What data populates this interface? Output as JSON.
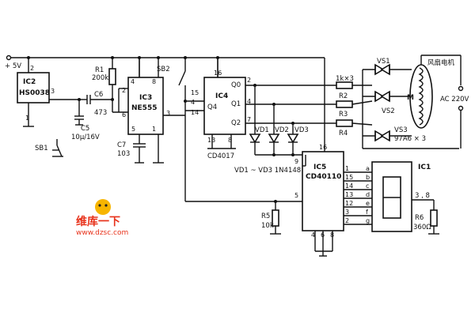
{
  "supply": {
    "label": "+ 5V"
  },
  "ic2": {
    "name": "IC2",
    "part": "HS0038",
    "pins": {
      "p1": "1",
      "p2": "2",
      "p3": "3"
    }
  },
  "ic3": {
    "name": "IC3",
    "part": "NE555",
    "pins": {
      "p1": "1",
      "p2": "2",
      "p3": "3",
      "p4": "4",
      "p5": "5",
      "p6": "6",
      "p8": "8"
    }
  },
  "ic4": {
    "name": "IC4",
    "part": "CD4017",
    "pins": {
      "p2": "2",
      "p4": "4",
      "p7": "7",
      "p8": "8",
      "p13": "13",
      "p14": "14",
      "p15": "15",
      "p16": "16"
    },
    "outputs": [
      "Q0",
      "Q1",
      "Q2"
    ],
    "q4": "Q4"
  },
  "ic5": {
    "name": "IC5",
    "part": "CD40110",
    "pins": {
      "p16": "16",
      "p9": "9",
      "p5": "5",
      "p4": "4",
      "p6": "6",
      "p8": "8"
    },
    "seg_pins": [
      "1",
      "15",
      "14",
      "13",
      "12",
      "3",
      "2"
    ],
    "seg_names": [
      "a",
      "b",
      "c",
      "d",
      "e",
      "f",
      "g"
    ]
  },
  "ic1": {
    "name": "IC1",
    "pin_label": "3 , 8"
  },
  "components": {
    "r1_name": "R1",
    "r1_value": "200k",
    "c6_name": "C6",
    "c6_value": "473",
    "c5_label": "C5",
    "c5_value": "10μ/16V",
    "c7_name": "C7",
    "c7_value": "103",
    "r2_name": "R2",
    "r2_value": "1k×3",
    "r3_name": "R3",
    "r4_name": "R4",
    "r5_name": "R5",
    "r5_value": "10k",
    "r6_name": "R6",
    "r6_value": "360Ω",
    "sb1": "SB1",
    "sb2": "SB2",
    "vd1": "VD1",
    "vd2": "VD2",
    "vd3": "VD3",
    "vd_note": "VD1 ~ VD3  1N4148",
    "vs1": "VS1",
    "vs2": "VS2",
    "vs3": "VS3",
    "vs_value": "97A6 × 3",
    "motor": "M",
    "motor_label": "风扇电机",
    "ac": "AC 220V"
  },
  "watermark": {
    "text_cn": "维库一下",
    "url": "www.dzsc.com"
  }
}
